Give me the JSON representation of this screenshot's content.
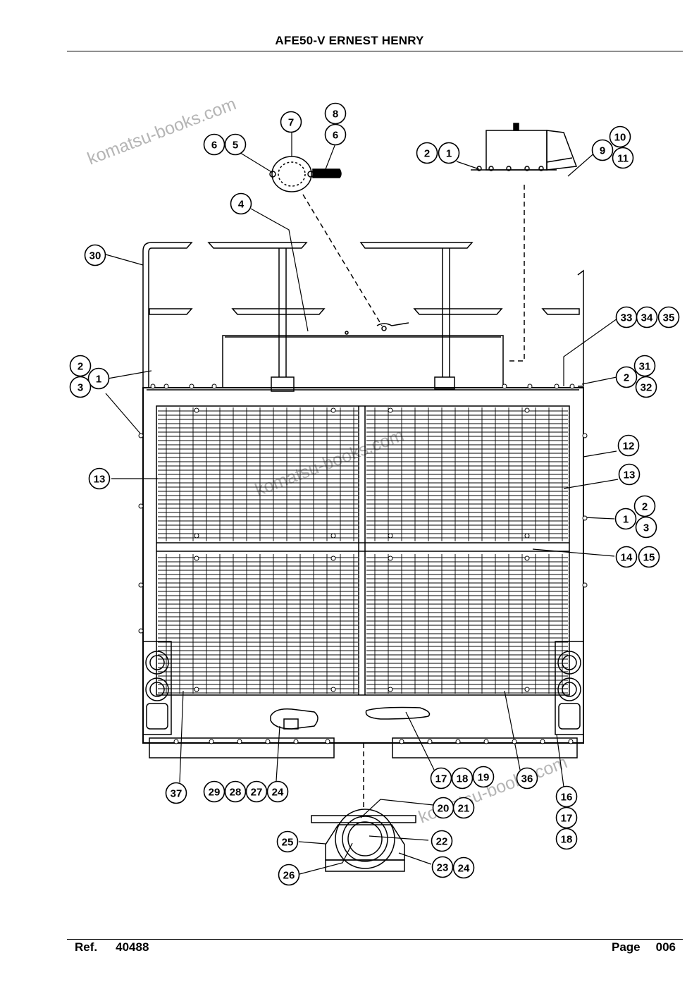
{
  "header": {
    "title": "AFE50-V  ERNEST HENRY"
  },
  "footer": {
    "ref_label": "Ref.",
    "ref_value": "40488",
    "page_label": "Page",
    "page_value": "006"
  },
  "watermark": "komatsu-books.com",
  "callouts": [
    "1",
    "2",
    "3",
    "4",
    "5",
    "6",
    "7",
    "8",
    "9",
    "10",
    "11",
    "12",
    "13",
    "14",
    "15",
    "16",
    "17",
    "18",
    "19",
    "20",
    "21",
    "22",
    "23",
    "24",
    "25",
    "26",
    "27",
    "28",
    "29",
    "30",
    "31",
    "32",
    "33",
    "34",
    "35",
    "36",
    "37"
  ]
}
